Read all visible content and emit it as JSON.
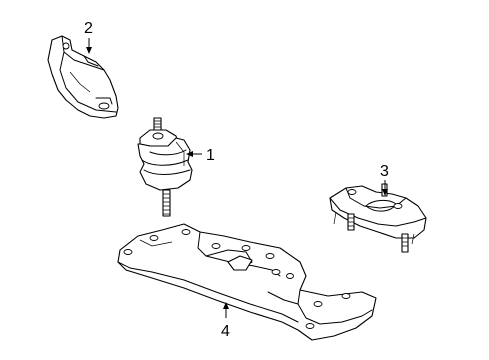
{
  "callouts": [
    {
      "label": "1",
      "part": "engine-mount"
    },
    {
      "label": "2",
      "part": "mount-bracket"
    },
    {
      "label": "3",
      "part": "transmission-mount"
    },
    {
      "label": "4",
      "part": "crossmember"
    }
  ]
}
